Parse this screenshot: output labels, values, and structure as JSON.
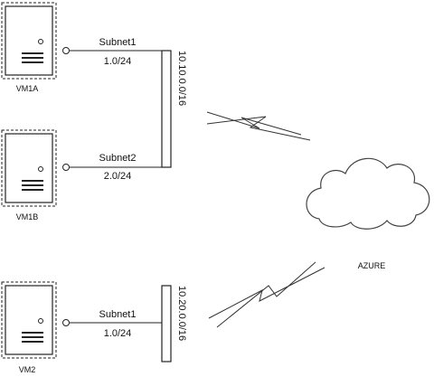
{
  "vms": [
    {
      "label": "VM1A"
    },
    {
      "label": "VM1B"
    },
    {
      "label": "VM2"
    }
  ],
  "links": [
    {
      "subnet": "Subnet1",
      "range": "1.0/24"
    },
    {
      "subnet": "Subnet2",
      "range": "2.0/24"
    },
    {
      "subnet": "Subnet1",
      "range": "1.0/24"
    }
  ],
  "networks": [
    {
      "cidr": "10.10.0.0/16"
    },
    {
      "cidr": "10.20.0.0/16"
    }
  ],
  "cloud": {
    "label": "AZURE"
  }
}
